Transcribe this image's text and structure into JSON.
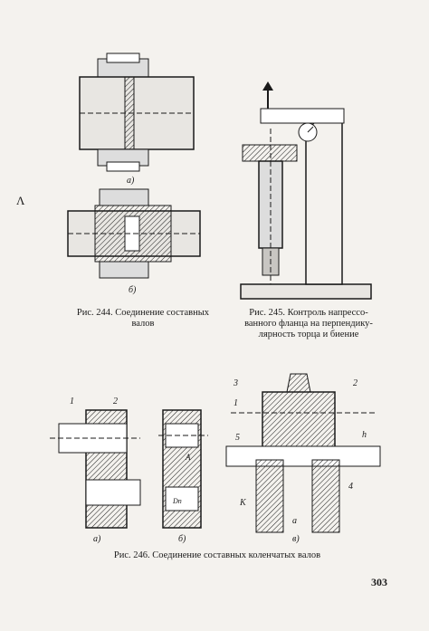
{
  "page_number": "303",
  "margin_mark": "Λ",
  "fig244": {
    "caption_line1": "Рис. 244. Соединение составных",
    "caption_line2": "валов",
    "sub_a": "а)",
    "sub_b": "б)"
  },
  "fig245": {
    "caption_line1": "Рис. 245. Контроль напрессо-",
    "caption_line2": "ванного фланца на перпендику-",
    "caption_line3": "лярность торца и биение"
  },
  "fig246": {
    "caption": "Рис. 246. Соединение составных коленчатых валов",
    "sub_a": "а)",
    "sub_b": "б)",
    "sub_v": "в)",
    "label_1a": "1",
    "label_2a": "2",
    "label_1v": "1",
    "label_2v": "2",
    "label_3v": "3",
    "label_4v": "4",
    "label_5v": "5",
    "label_k": "К",
    "label_h": "h",
    "label_a": "a",
    "label_A": "A",
    "label_Dn": "Dп"
  },
  "colors": {
    "ink": "#1a1a1a",
    "paper": "#f4f2ee"
  }
}
